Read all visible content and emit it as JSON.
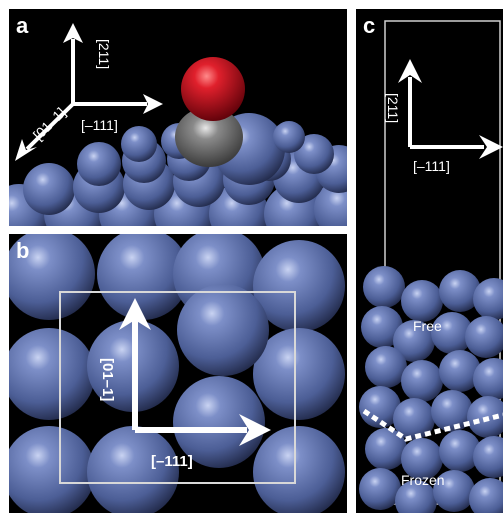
{
  "panel_a": {
    "label": "a",
    "axes": {
      "up": "[211]",
      "diag": "[01–1]",
      "right": "[–111]"
    }
  },
  "panel_b": {
    "label": "b",
    "axes": {
      "up": "[01–1]",
      "right": "[–111]"
    }
  },
  "panel_c": {
    "label": "c",
    "axes": {
      "up": "[211]",
      "right": "[–111]"
    },
    "regions": {
      "free": "Free",
      "frozen": "Frozen"
    }
  },
  "colors": {
    "atom": "#5b6fa9",
    "oxygen": "#d01020",
    "carbon": "#6b6b6b",
    "background": "#000000",
    "arrows": "#ffffff"
  }
}
